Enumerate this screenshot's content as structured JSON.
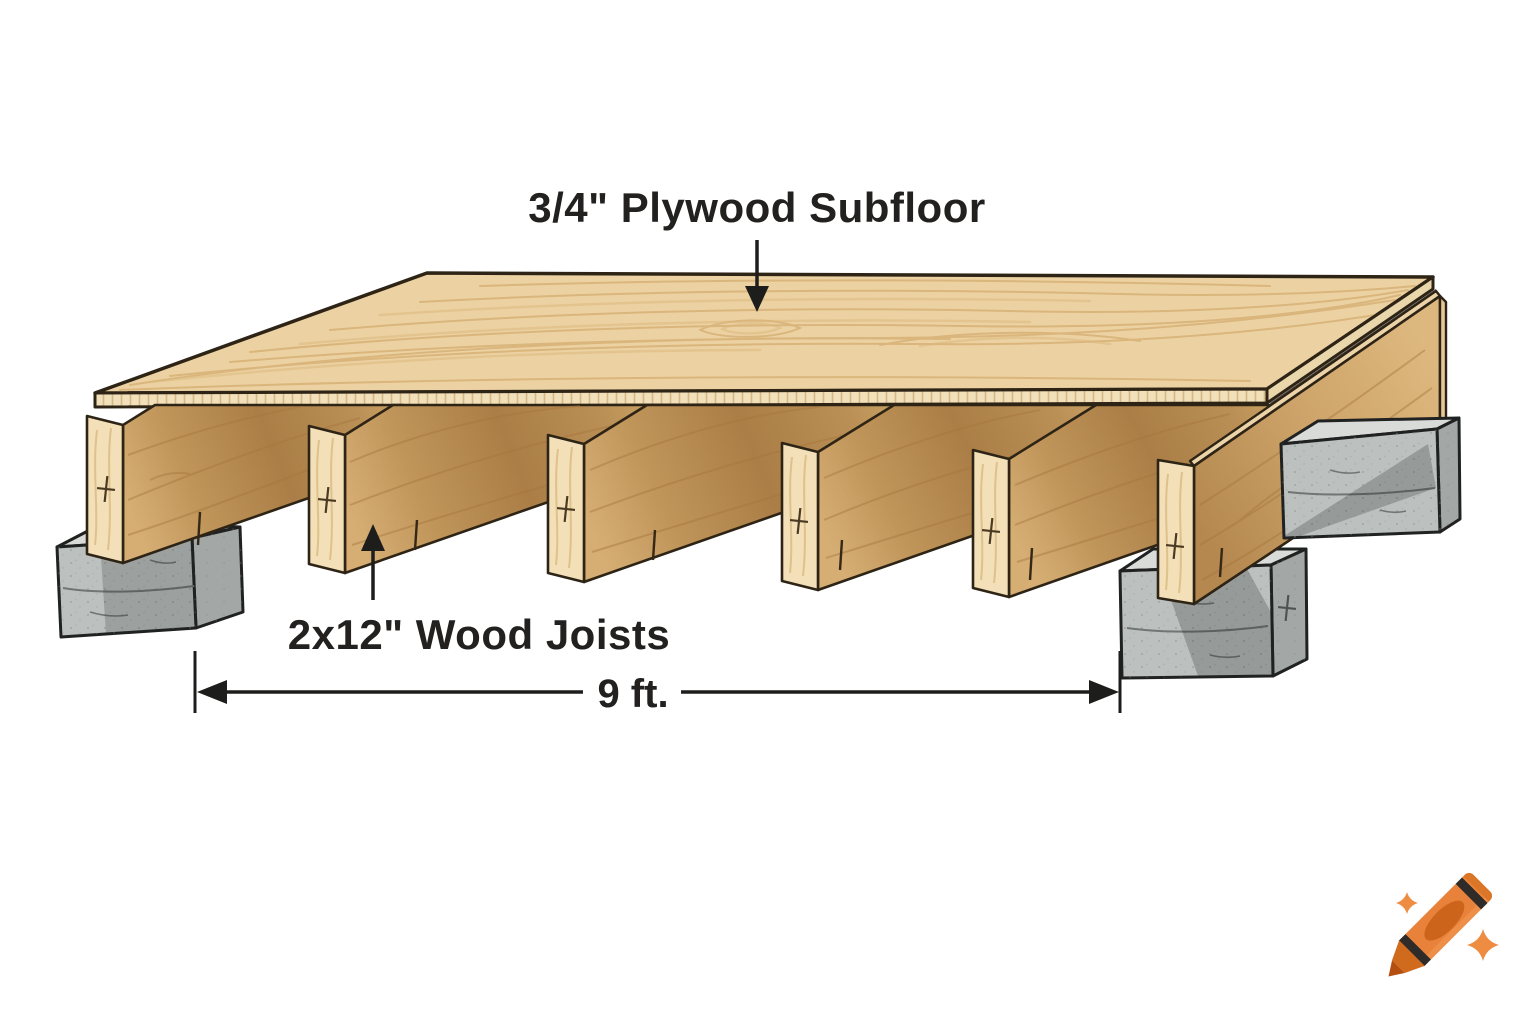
{
  "diagram": {
    "title_label": "3/4\" Plywood Subfloor",
    "joist_label": "2x12\" Wood Joists",
    "span_label": "9 ft.",
    "joist_count": 6,
    "pier_count": 3
  },
  "colors": {
    "plywood_top": "#ecd2a2",
    "plywood_edge": "#f1e0ba",
    "joist_end_face": "#f3e0b8",
    "joist_side_light": "#d6ae74",
    "joist_side_shadow": "#aa7e46",
    "wood_outline": "#2e2416",
    "concrete_top": "#d9dbd9",
    "concrete_front": "#bcc0bf",
    "concrete_side": "#a3a8a7",
    "annotation_text": "#222120",
    "logo_orange": "#e8823a",
    "logo_sparkle": "#ee8c42"
  },
  "watermark": {
    "icon": "crayon-logo"
  }
}
